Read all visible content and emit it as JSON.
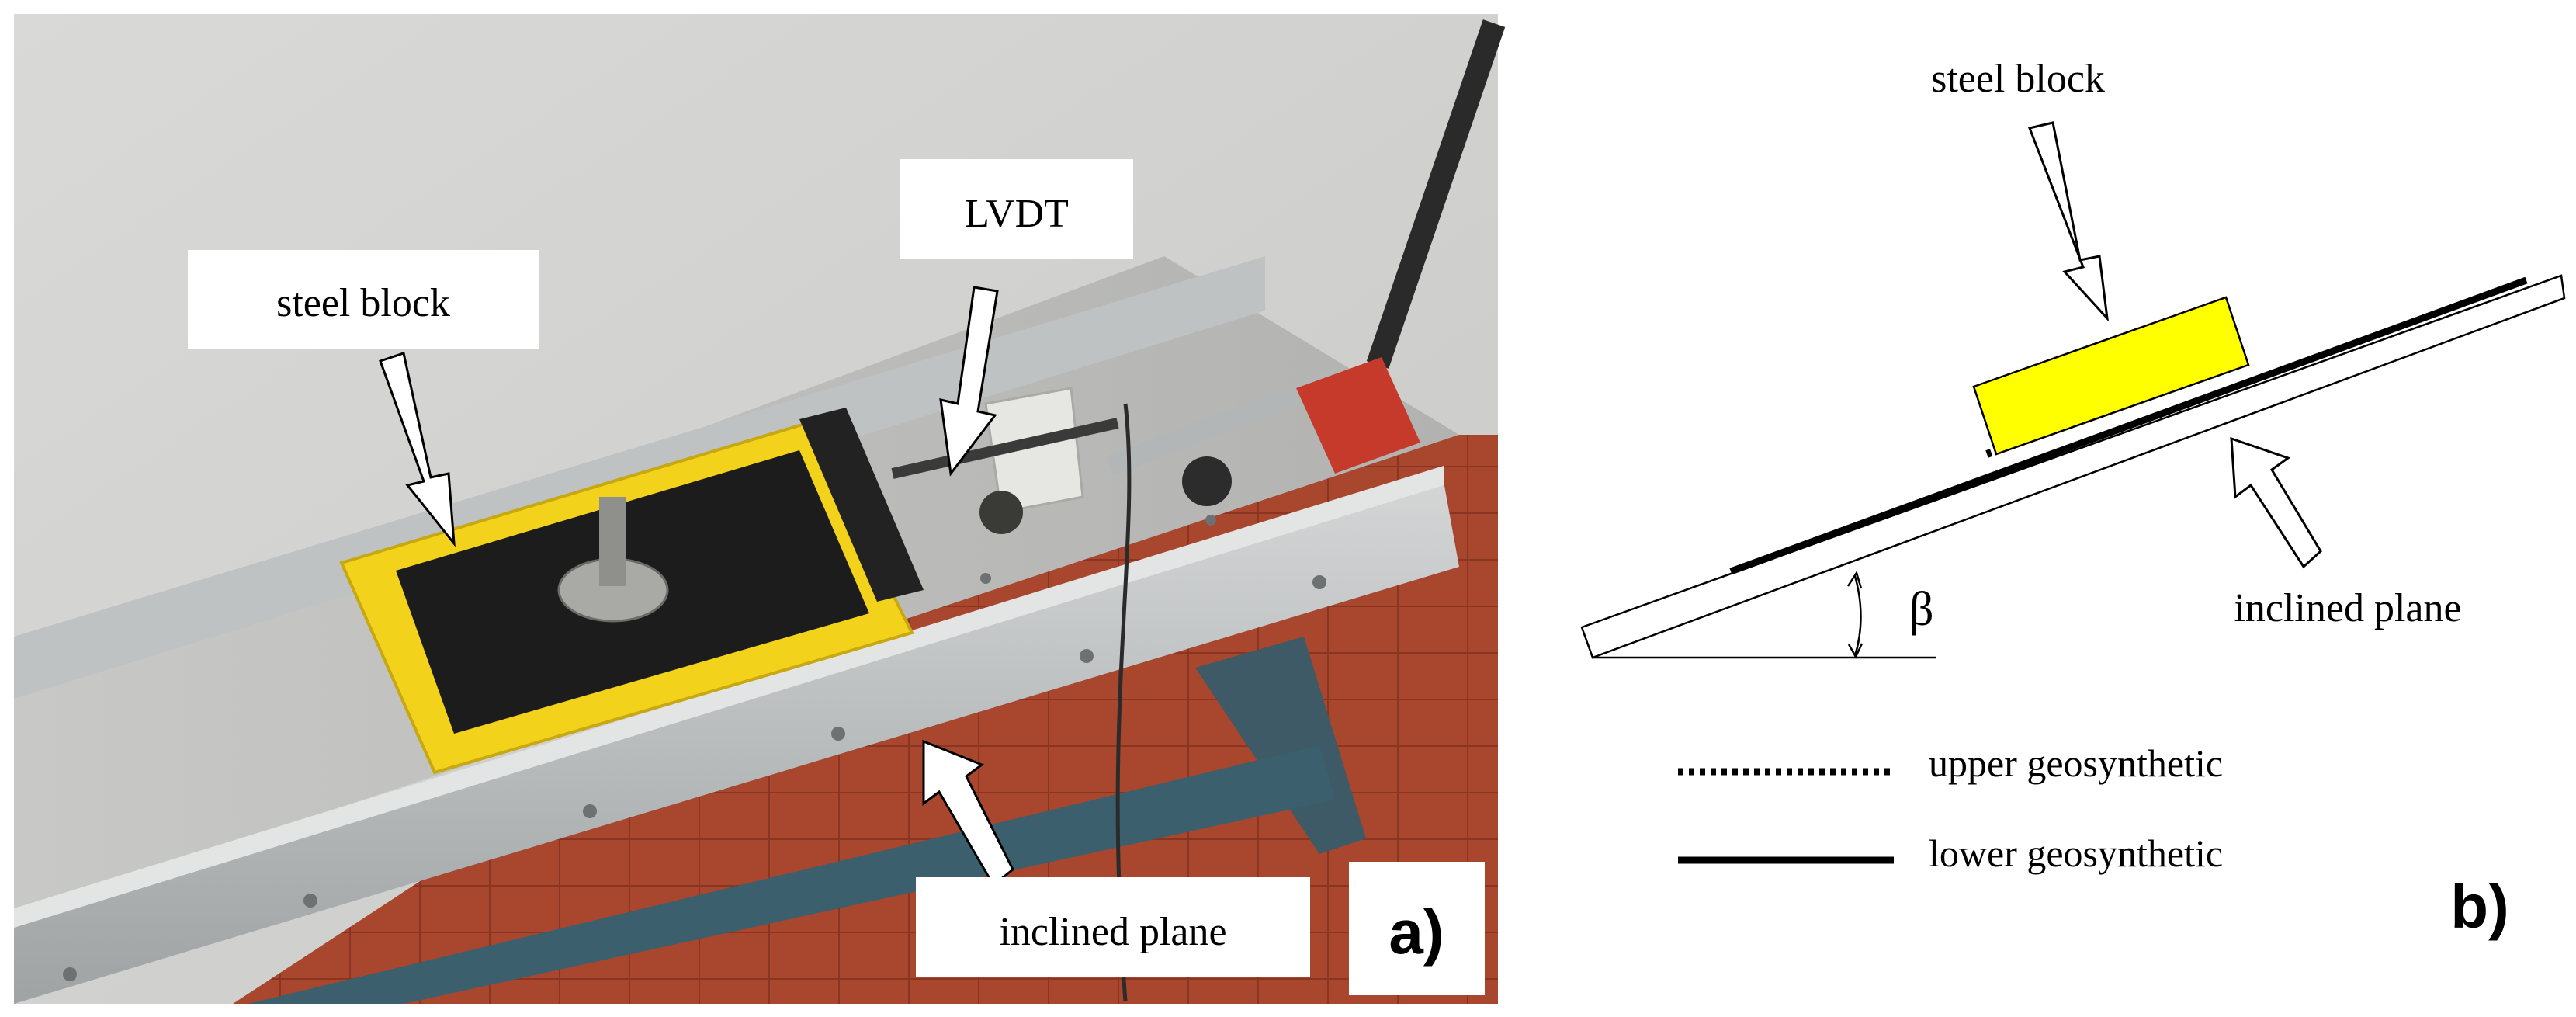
{
  "panel_a": {
    "tag": "a)",
    "labels": {
      "steel_block": "steel block",
      "lvdt": "LVDT",
      "inclined_plane": "inclined plane"
    }
  },
  "panel_b": {
    "tag": "b)",
    "labels": {
      "steel_block": "steel block",
      "inclined_plane": "inclined plane",
      "angle": "β"
    },
    "legend": [
      {
        "style": "dotted",
        "label": "upper geosynthetic"
      },
      {
        "style": "solid",
        "label": "lower geosynthetic"
      }
    ],
    "colors": {
      "block": "#ffff00",
      "line": "#000000"
    }
  }
}
